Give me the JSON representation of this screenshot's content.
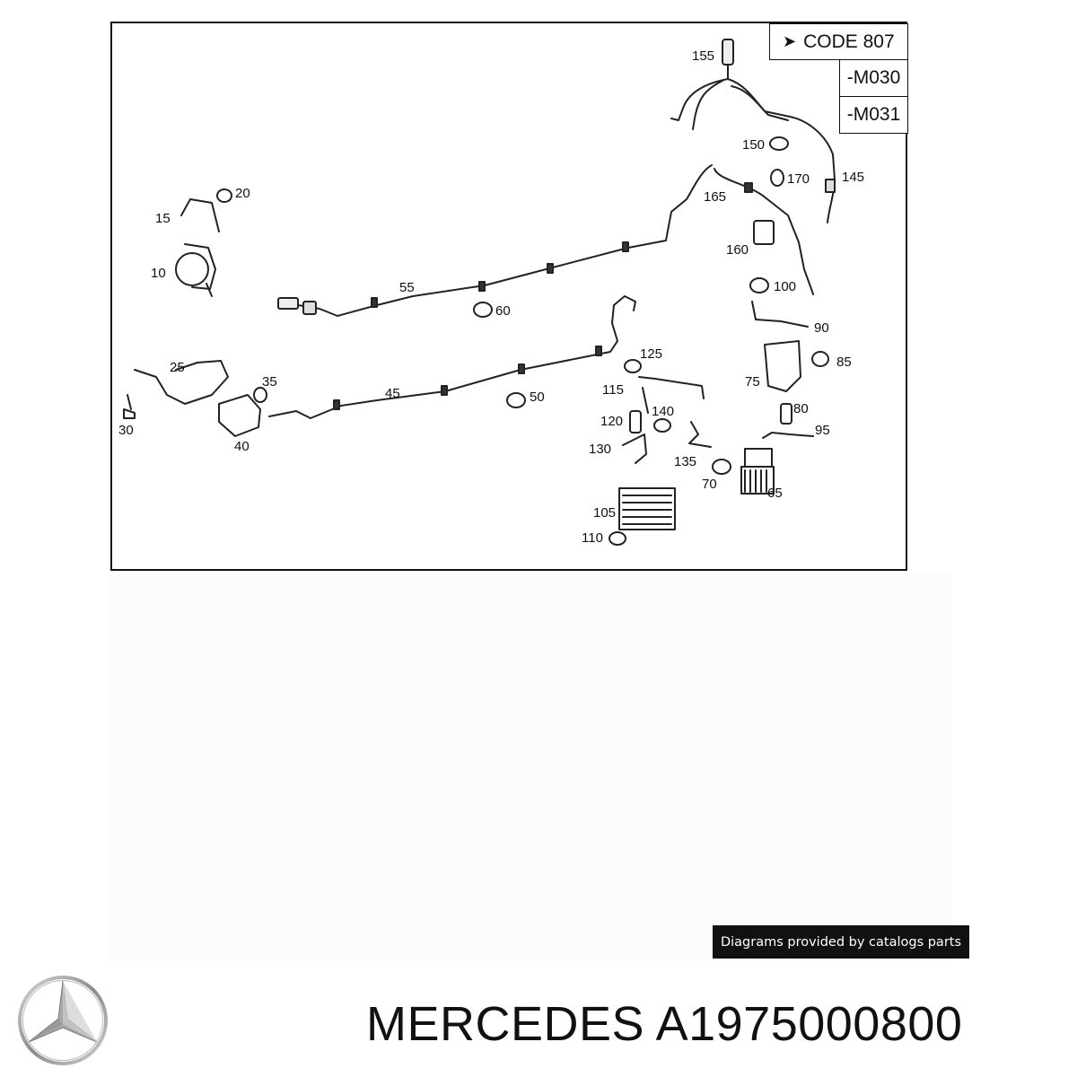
{
  "header_codes": {
    "code": "CODE 807",
    "variants": [
      "-M030",
      "-M031"
    ]
  },
  "part_labels": [
    "155",
    "150",
    "170",
    "145",
    "165",
    "160",
    "100",
    "90",
    "85",
    "75",
    "80",
    "95",
    "65",
    "70",
    "135",
    "140",
    "125",
    "115",
    "120",
    "130",
    "105",
    "110",
    "60",
    "55",
    "50",
    "45",
    "20",
    "15",
    "10",
    "25",
    "35",
    "30",
    "40"
  ],
  "watermark": "Diagrams provided by catalogs parts",
  "brand": "MERCEDES",
  "part_number": "A1975000800",
  "logo": "mercedes-star-icon",
  "colors": {
    "line": "#111111",
    "watermark_bg": "#111111",
    "watermark_text": "#ffffff"
  }
}
